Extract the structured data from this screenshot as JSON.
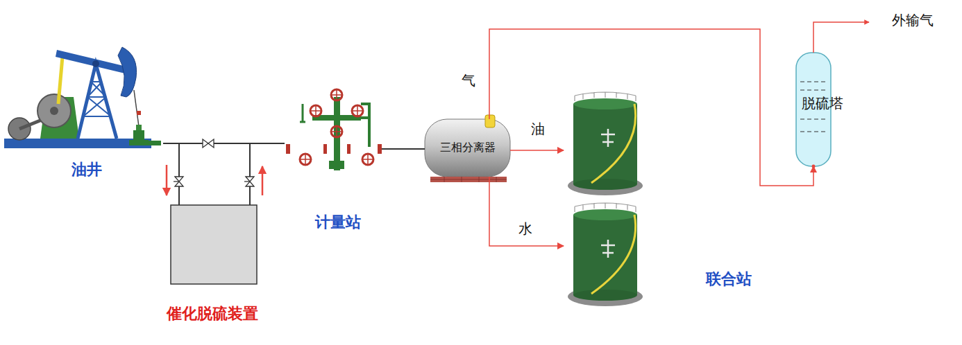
{
  "diagram": {
    "nodes": [
      {
        "text": [
          "油井"
        ]
      },
      {
        "text": [
          "催化脱硫装置"
        ]
      },
      {
        "text": [
          "计量站"
        ]
      },
      {
        "text": [
          "三相分离器"
        ]
      },
      {
        "text": [
          "联合站"
        ]
      },
      {
        "text": [
          "脱硫塔"
        ]
      }
    ],
    "edges": [
      {
        "from": 0,
        "to": 1,
        "arrow": "none"
      },
      {
        "from": 1,
        "to": 2,
        "arrow": "none"
      },
      {
        "from": 0,
        "to": 2,
        "arrow": "none"
      },
      {
        "from": 2,
        "to": 3,
        "arrow": "none"
      },
      {
        "from": 3,
        "to": 4,
        "label": "油",
        "arrow": "to"
      },
      {
        "from": 3,
        "to": 4,
        "label": "水",
        "arrow": "to"
      },
      {
        "from": 3,
        "to": 5,
        "label": "气",
        "arrow": "to"
      }
    ],
    "labels": [
      "外输气"
    ]
  }
}
